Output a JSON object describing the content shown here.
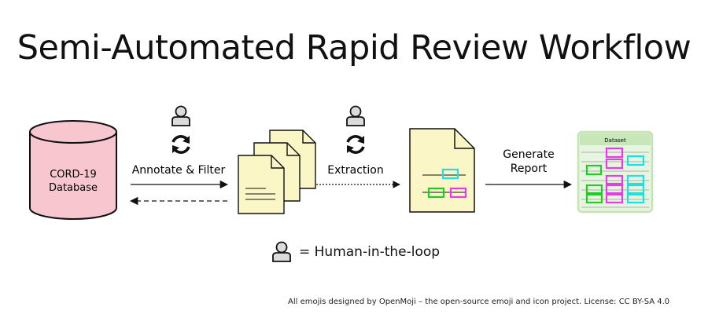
{
  "title": "Semi-Automated Rapid Review Workflow",
  "database": {
    "line1": "CORD-19",
    "line2": "Database"
  },
  "steps": {
    "annotate": "Annotate & Filter",
    "extraction": "Extraction",
    "generate_line1": "Generate",
    "generate_line2": "Report"
  },
  "dataset_label": "Dataset",
  "legend": {
    "text": "= Human-in-the-loop"
  },
  "footnote": "All emojis designed by OpenMoji – the open-source emoji and icon project. License: CC BY-SA 4.0",
  "colors": {
    "database_fill": "#f7c6cf",
    "document_fill": "#fbf6c6",
    "dataset_fill": "#e6f5df",
    "dataset_header": "#c8e7b9",
    "highlight_cyan": "#1fe0e0",
    "highlight_green": "#22cc22",
    "highlight_magenta": "#e53de5"
  },
  "icons": {
    "human": "person-icon",
    "loop": "refresh-icon"
  }
}
